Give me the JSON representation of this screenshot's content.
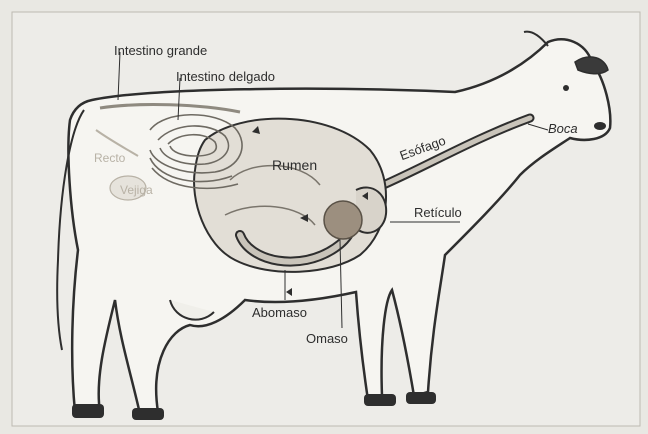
{
  "diagram": {
    "labels": {
      "intestino_grande": "Intestino grande",
      "intestino_delgado": "Intestino delgado",
      "rumen": "Rumen",
      "esofago": "Esófago",
      "boca": "Boca",
      "reticulo": "Retículo",
      "abomaso": "Abomaso",
      "omaso": "Omaso",
      "recto": "Recto",
      "vejiga": "Vejiga"
    },
    "colors": {
      "background": "#e9e8e3",
      "outline": "#2e2e2e",
      "organ_fill": "#c9c4ba",
      "omaso_fill": "#9c8f7f"
    }
  }
}
